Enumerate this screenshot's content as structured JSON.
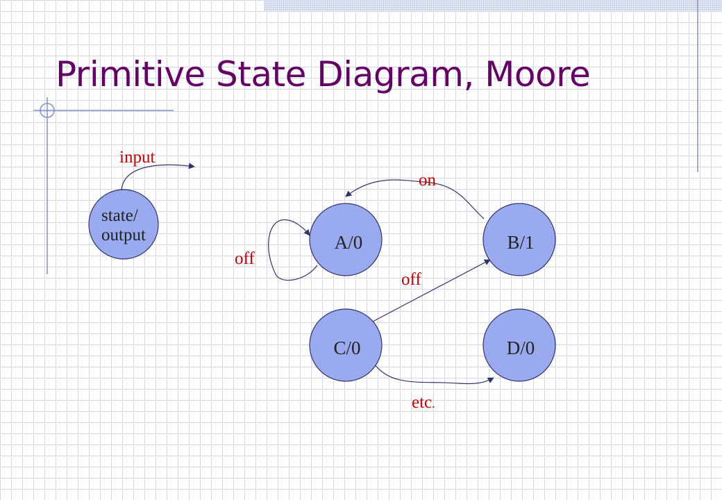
{
  "title": "Primitive State Diagram, Moore",
  "legend": {
    "input_label": "input",
    "state_label_line1": "state/",
    "state_label_line2": "output"
  },
  "states": {
    "a": "A/0",
    "b": "B/1",
    "c": "C/0",
    "d": "D/0"
  },
  "transitions": {
    "b_to_a": "on",
    "a_self": "off",
    "c_to_b": "off",
    "c_to_d": "etc",
    "c_to_d_dot": "."
  },
  "colors": {
    "title": "#660066",
    "label": "#cc0000",
    "state_fill": "#99aaee",
    "stroke": "#333366",
    "decor_line": "#8090c8"
  }
}
